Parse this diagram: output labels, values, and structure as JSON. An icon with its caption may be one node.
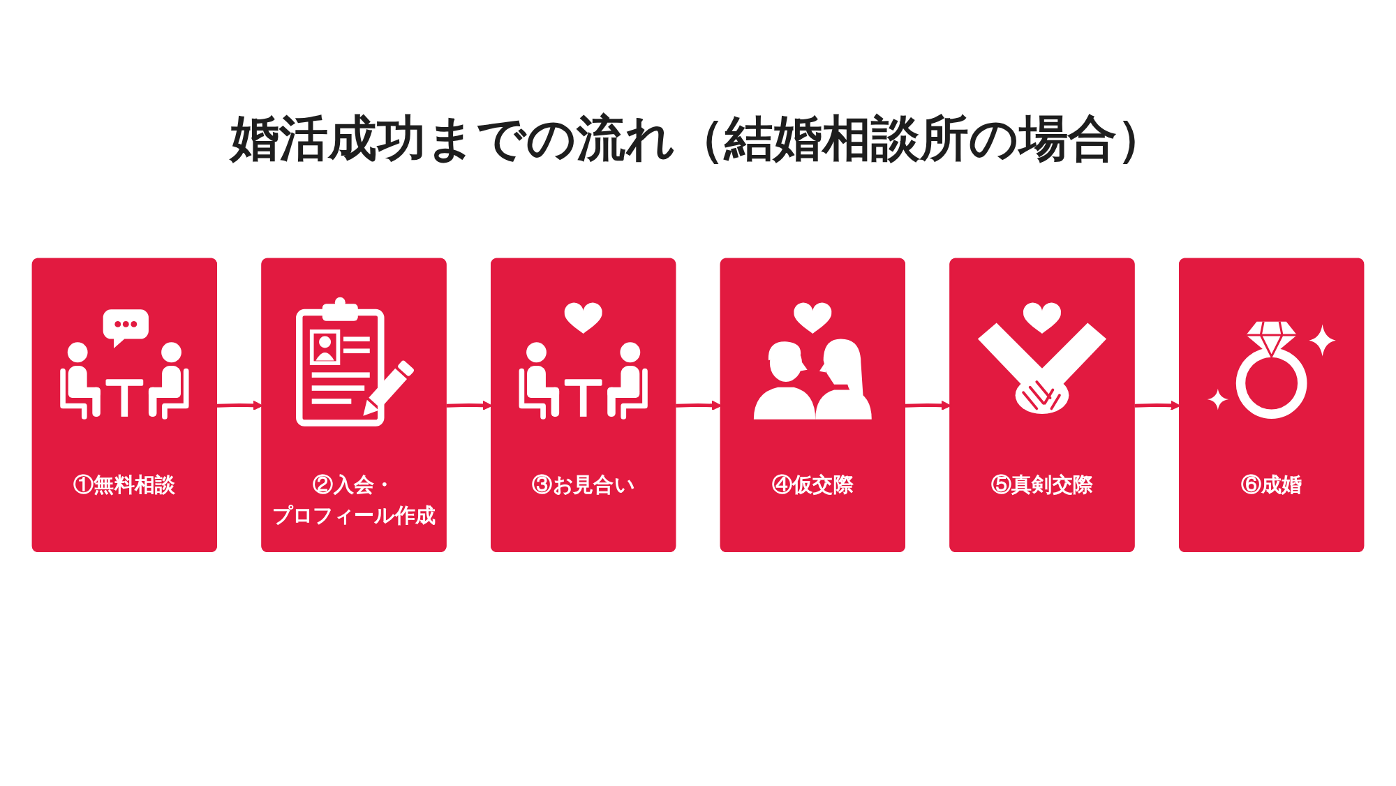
{
  "diagram": {
    "title": "婚活成功までの流れ（結婚相談所の場合）",
    "nodes": [
      {
        "text": [
          "①無料相談"
        ]
      },
      {
        "text": [
          "②入会・プロフィール作成"
        ]
      },
      {
        "text": [
          "③お見合い"
        ]
      },
      {
        "text": [
          "④仮交際"
        ]
      },
      {
        "text": [
          "⑤真剣交際"
        ]
      },
      {
        "text": [
          "⑥成婚"
        ]
      }
    ],
    "edges": [
      {
        "from": 0,
        "to": 1,
        "arrow": "to"
      },
      {
        "from": 1,
        "to": 2,
        "arrow": "to"
      },
      {
        "from": 2,
        "to": 3,
        "arrow": "to"
      },
      {
        "from": 3,
        "to": 4,
        "arrow": "to"
      },
      {
        "from": 4,
        "to": 5,
        "arrow": "to"
      }
    ]
  }
}
